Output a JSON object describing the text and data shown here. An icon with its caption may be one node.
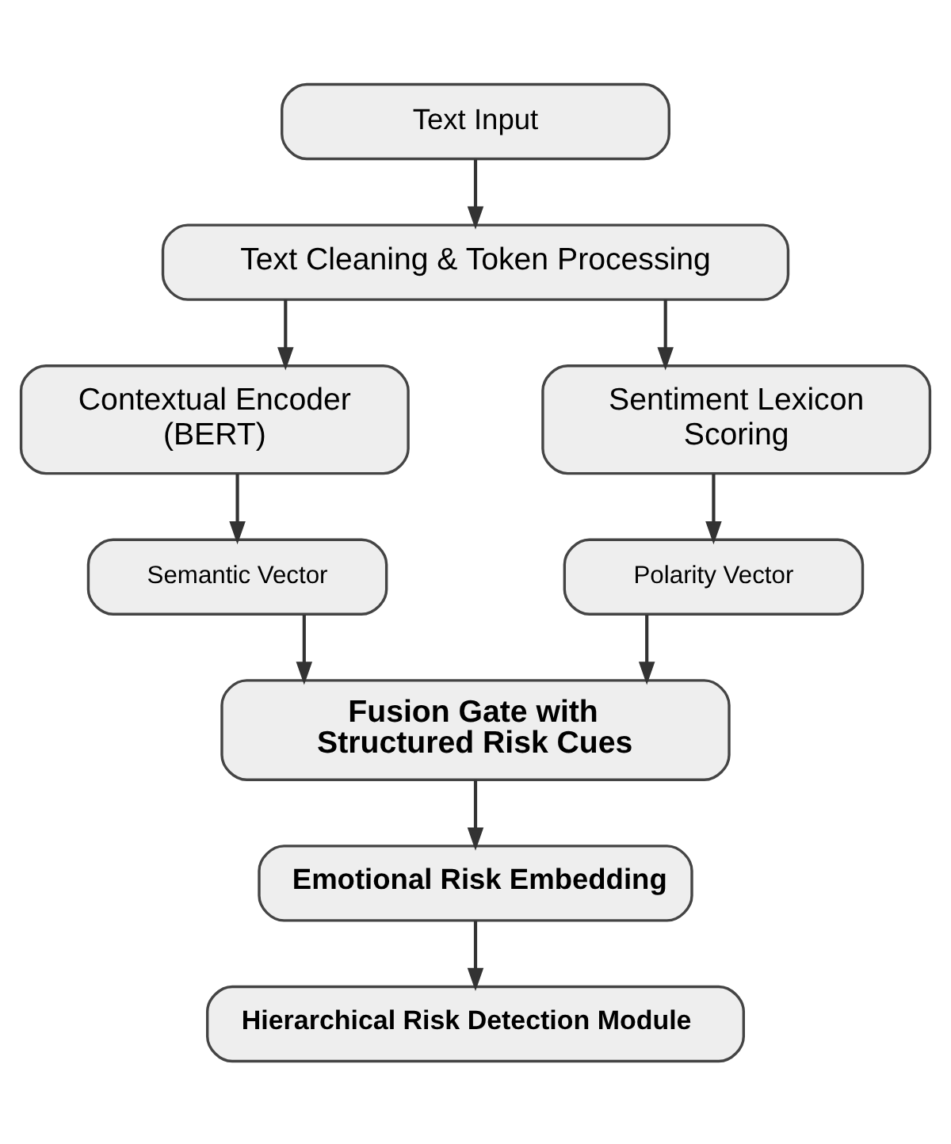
{
  "diagram": {
    "nodes": [
      {
        "text": [
          "Text Input"
        ]
      },
      {
        "text": [
          "Text Cleaning & Token Processing"
        ]
      },
      {
        "text": [
          "Contextual Encoder (BERT)"
        ]
      },
      {
        "text": [
          "Sentiment Lexicon Scoring"
        ]
      },
      {
        "text": [
          "Semantic Vector"
        ]
      },
      {
        "text": [
          "Polarity Vector"
        ]
      },
      {
        "text": [
          "Fusion Gate with Structured Risk Cues"
        ]
      },
      {
        "text": [
          "Emotional Risk Embedding"
        ]
      },
      {
        "text": [
          "Hierarchical Risk Detection Module"
        ]
      }
    ],
    "edges": [
      {
        "from": 0,
        "to": 1,
        "arrow": "to"
      },
      {
        "from": 1,
        "to": 2,
        "arrow": "to"
      },
      {
        "from": 1,
        "to": 3,
        "arrow": "to"
      },
      {
        "from": 2,
        "to": 4,
        "arrow": "to"
      },
      {
        "from": 3,
        "to": 5,
        "arrow": "to"
      },
      {
        "from": 4,
        "to": 6,
        "arrow": "to"
      },
      {
        "from": 5,
        "to": 6,
        "arrow": "to"
      },
      {
        "from": 6,
        "to": 7,
        "arrow": "to"
      },
      {
        "from": 7,
        "to": 8,
        "arrow": "to"
      }
    ]
  }
}
